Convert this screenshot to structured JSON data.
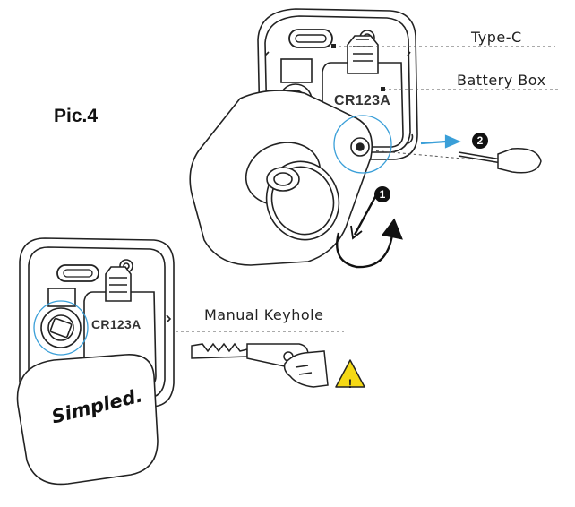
{
  "figure": {
    "label": "Pic.4",
    "callouts": {
      "type_c": "Type-C",
      "battery_box": "Battery Box",
      "manual_keyhole": "Manual Keyhole"
    },
    "battery_model": "CR123A",
    "brand": "Simpled.",
    "steps": [
      "1",
      "2"
    ],
    "warning_icon": "warning-triangle-icon",
    "colors": {
      "accent_blue": "#3a9fd8",
      "warning_yellow": "#f5d915",
      "line": "#222222"
    }
  }
}
